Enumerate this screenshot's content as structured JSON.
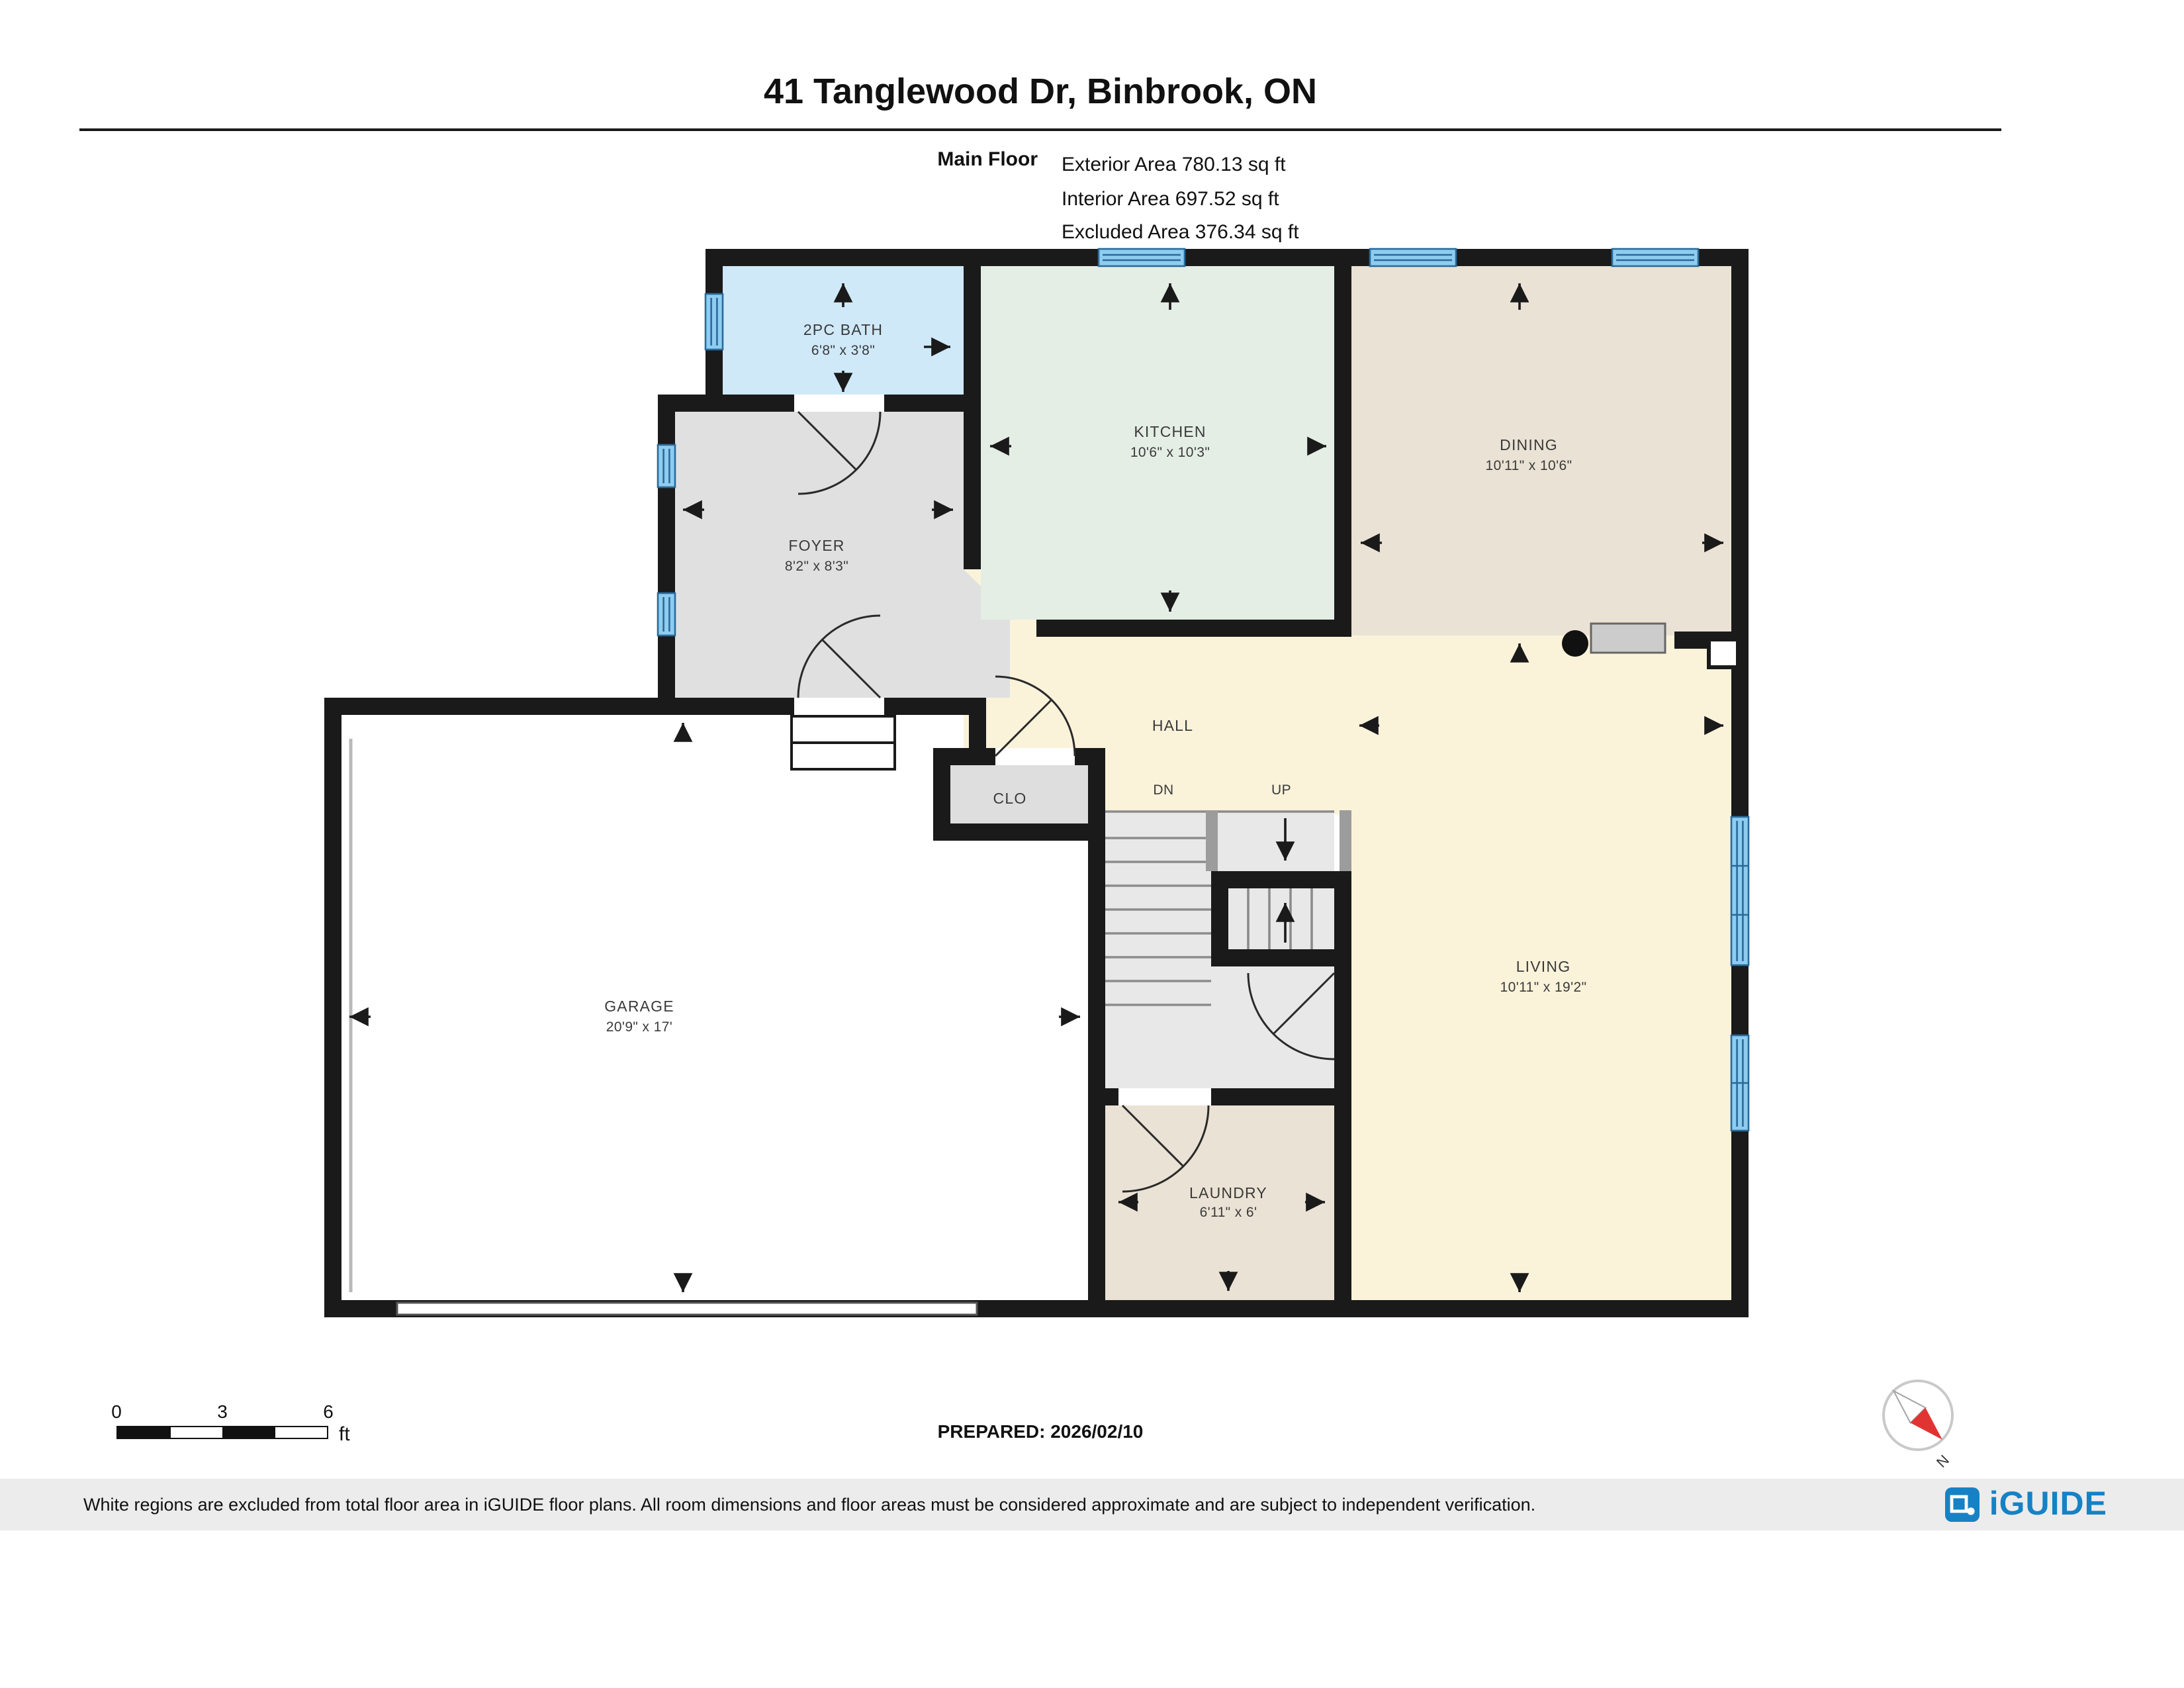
{
  "header": {
    "title": "41 Tanglewood Dr, Binbrook, ON",
    "floor_label": "Main Floor",
    "areas": [
      "Exterior Area 780.13 sq ft",
      "Interior Area 697.52 sq ft",
      "Excluded Area 376.34 sq ft"
    ]
  },
  "rooms": {
    "bath": {
      "name": "2PC BATH",
      "dims": "6'8\" x 3'8\""
    },
    "kitchen": {
      "name": "KITCHEN",
      "dims": "10'6\" x 10'3\""
    },
    "dining": {
      "name": "DINING",
      "dims": "10'11\" x 10'6\""
    },
    "foyer": {
      "name": "FOYER",
      "dims": "8'2\" x 8'3\""
    },
    "hall": {
      "name": "HALL"
    },
    "closet": {
      "name": "CLO"
    },
    "garage": {
      "name": "GARAGE",
      "dims": "20'9\" x 17'"
    },
    "living": {
      "name": "LIVING",
      "dims": "10'11\" x 19'2\""
    },
    "laundry": {
      "name": "LAUNDRY",
      "dims": "6'11\" x 6'"
    },
    "stairs": {
      "down": "DN",
      "up": "UP"
    }
  },
  "scale_bar": {
    "labels": [
      "0",
      "3",
      "6"
    ],
    "unit": "ft"
  },
  "compass": {
    "label": "N"
  },
  "footer": {
    "prepared": "PREPARED: 2026/02/10",
    "disclaimer": "White regions are excluded from total floor area in iGUIDE floor plans. All room dimensions and floor areas must be considered approximate and are subject to independent verification.",
    "brand": "iGUIDE"
  },
  "colors": {
    "wall": "#1a1a1a",
    "brand_blue": "#1682c5",
    "window_blue": "#8ecdf0",
    "bath_fill": "#cfe9f9",
    "kitchen_fill": "#e4eee5",
    "dining_fill": "#eae2d4",
    "foyer_fill": "#e0e0e0",
    "hall_fill": "#faf3da",
    "garage_fill": "#ffffff",
    "stairs_fill": "#e8e8e8"
  }
}
